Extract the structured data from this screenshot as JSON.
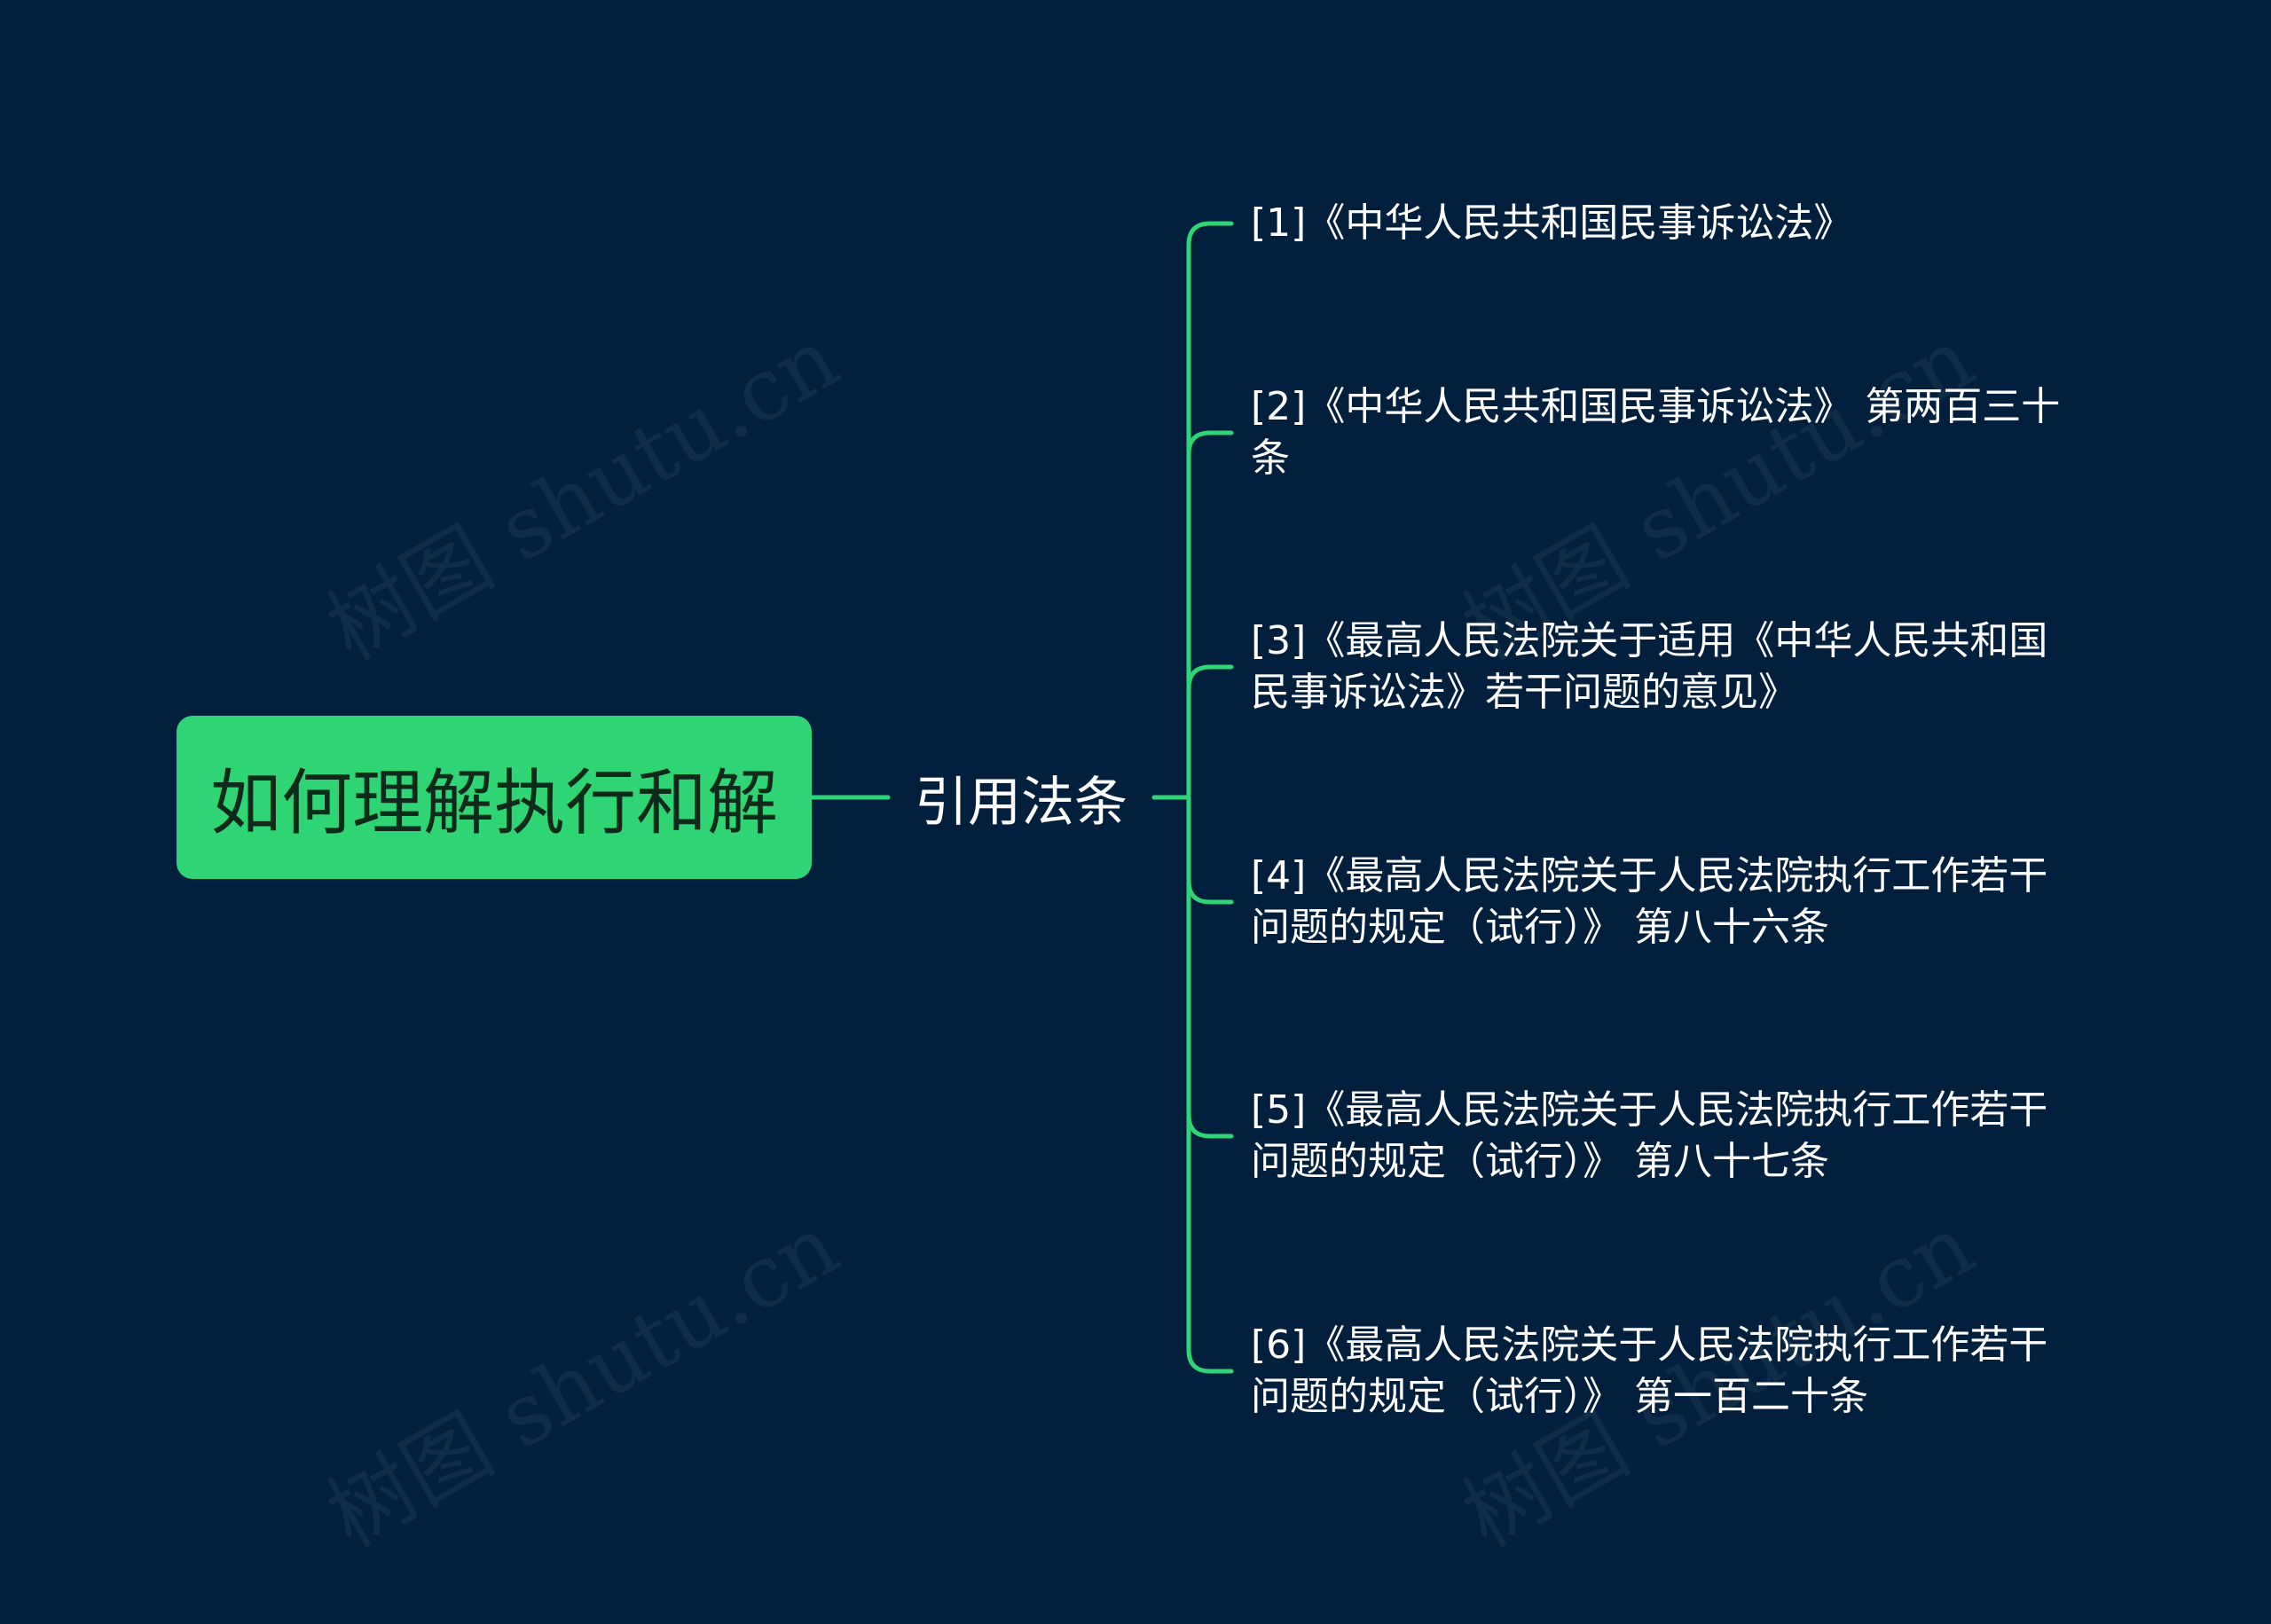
{
  "colors": {
    "background": "#02203d",
    "accent": "#2fd574",
    "root_text": "#0e2a1a",
    "text": "#ffffff"
  },
  "watermark": {
    "text": "树图 shutu.cn"
  },
  "mindmap": {
    "root": {
      "label": "如何理解执行和解"
    },
    "branch": {
      "label": "引用法条"
    },
    "leaves": [
      {
        "label": "[1]《中华人民共和国民事诉讼法》"
      },
      {
        "label": "[2]《中华人民共和国民事诉讼法》 第两百三十条"
      },
      {
        "label": "[3]《最高人民法院关于适用《中华人民共和国民事诉讼法》若干问题的意见》"
      },
      {
        "label": "[4]《最高人民法院关于人民法院执行工作若干问题的规定（试行）》 第八十六条"
      },
      {
        "label": "[5]《最高人民法院关于人民法院执行工作若干问题的规定（试行）》 第八十七条"
      },
      {
        "label": "[6]《最高人民法院关于人民法院执行工作若干问题的规定（试行）》 第一百二十条"
      }
    ]
  }
}
